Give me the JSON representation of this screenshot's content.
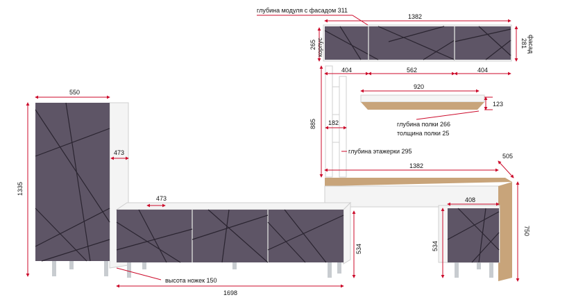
{
  "colors": {
    "facade": "#5e5566",
    "facade_lines": "#2a2430",
    "carcass": "#f4f4f4",
    "outline": "#cfcfcf",
    "wood": "#c8a47a",
    "dimension": "#cc0a2a",
    "leg": "#c8ccd0"
  },
  "labels": {
    "top_depth_note": "глубина модуля с фасадом 311",
    "top_width": "1382",
    "top_left_width": "404",
    "top_mid_width": "562",
    "top_right_width": "404",
    "top_body_height": "265",
    "body_word": "корпус",
    "top_facade_height": "281",
    "facade_word": "фасад",
    "shelf_width": "920",
    "shelf_height": "123",
    "shelf_depth_note": "глубина полки 266",
    "shelf_thickness_note": "толщина полки 25",
    "rack_height": "885",
    "rack_step": "182",
    "rack_depth_note": "глубина этажерки 295",
    "desk_width": "1382",
    "desk_depth": "505",
    "tall_width": "550",
    "tall_height": "1335",
    "tall_depth": "473",
    "low_depth": "473",
    "low_height": "534",
    "low_width": "1698",
    "legs_note": "высота ножек 150",
    "pedestal_width": "408",
    "pedestal_height": "534",
    "desk_height": "750"
  }
}
